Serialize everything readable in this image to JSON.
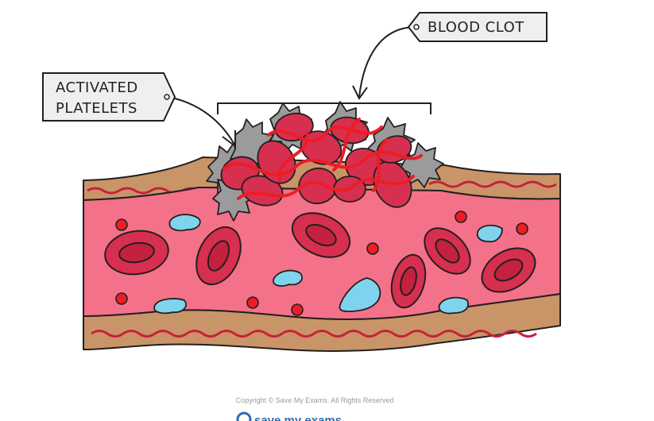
{
  "labels": {
    "blood_clot": "BLOOD  CLOT",
    "platelets_line1": "ACTIVATED",
    "platelets_line2": "PLATELETS"
  },
  "footer": {
    "copyright": "Copyright © Save My Exams. All Rights Reserved",
    "logo": "save my exams"
  },
  "colors": {
    "plasma": "#f4718a",
    "vessel_wall": "#c99568",
    "wall_wave": "#c8203c",
    "red_cell": "#d72f4f",
    "red_cell_inner": "#c4213f",
    "white_cell": "#7fd3ec",
    "platelet": "#9b9b9b",
    "fibrin": "#ee1c25",
    "outline": "#231f20",
    "tag_fill": "#efefef",
    "logo_blue": "#2a6db5"
  }
}
